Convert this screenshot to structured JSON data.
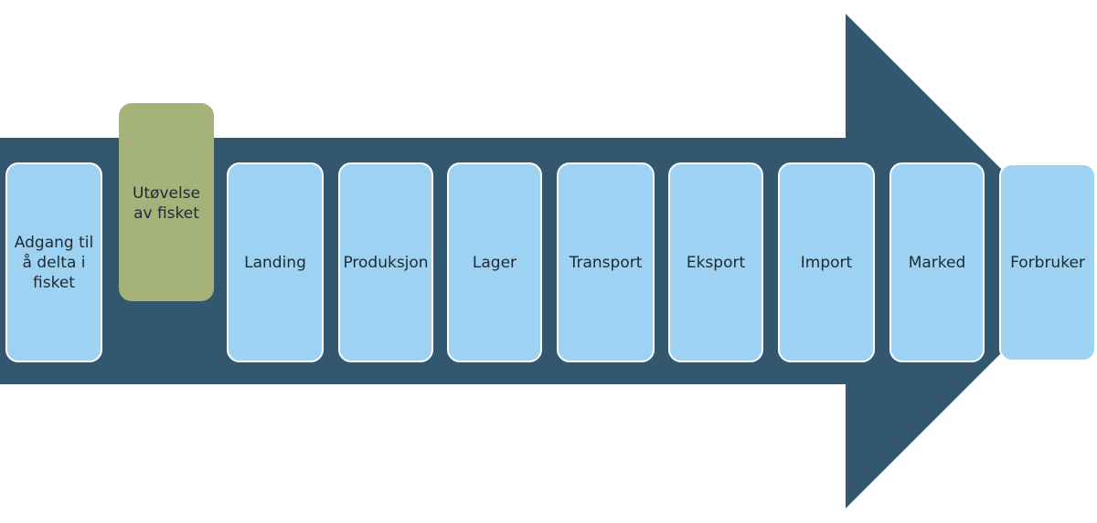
{
  "diagram": {
    "colors": {
      "arrow": "#33576f",
      "step": "#9dd2f2",
      "highlight": "#a5b27a"
    },
    "steps": [
      {
        "label": "Adgang til\nå delta i\nfisket",
        "highlighted": false
      },
      {
        "label": "Utøvelse\nav fisket",
        "highlighted": true
      },
      {
        "label": "Landing",
        "highlighted": false
      },
      {
        "label": "Produksjon",
        "highlighted": false
      },
      {
        "label": "Lager",
        "highlighted": false
      },
      {
        "label": "Transport",
        "highlighted": false
      },
      {
        "label": "Eksport",
        "highlighted": false
      },
      {
        "label": "Import",
        "highlighted": false
      },
      {
        "label": "Marked",
        "highlighted": false
      },
      {
        "label": "Forbruker",
        "highlighted": false
      }
    ]
  }
}
